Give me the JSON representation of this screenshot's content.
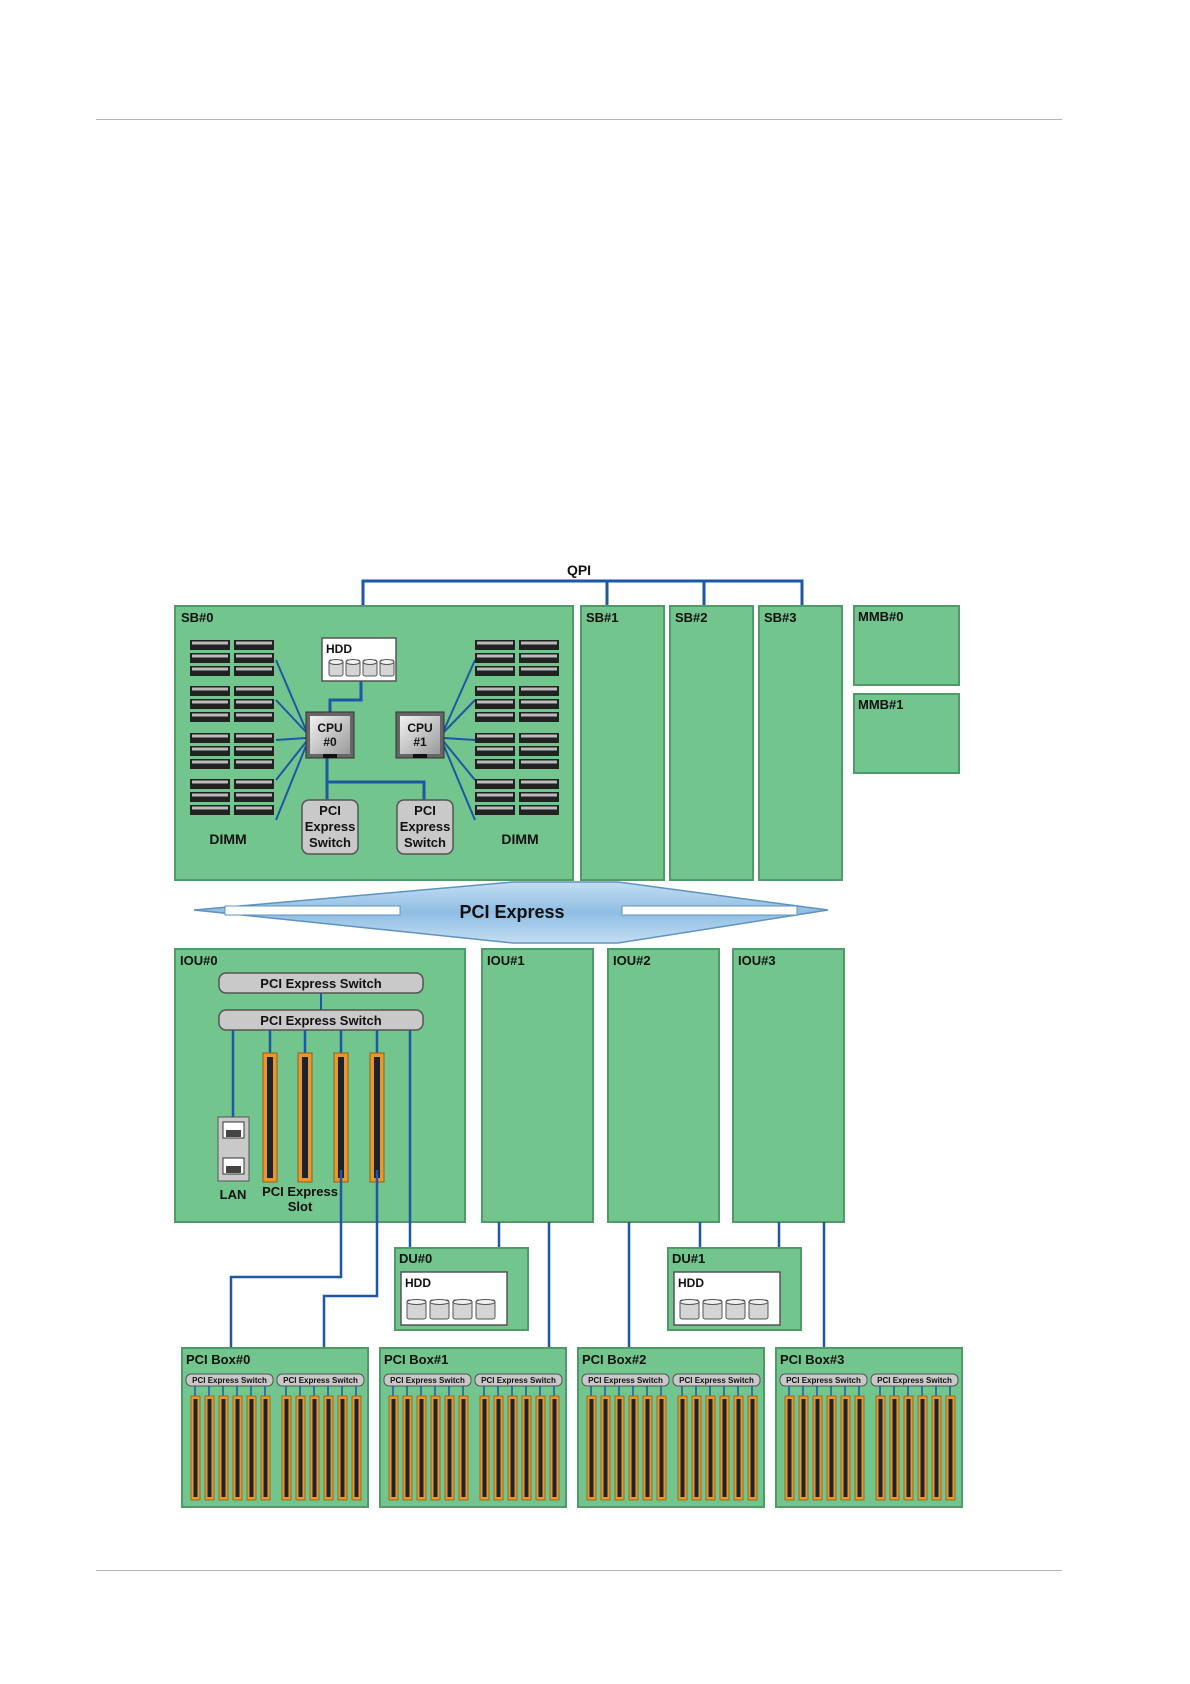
{
  "labels": {
    "qpi": "QPI",
    "sb0": "SB#0",
    "sb1": "SB#1",
    "sb2": "SB#2",
    "sb3": "SB#3",
    "mmb0": "MMB#0",
    "mmb1": "MMB#1",
    "hdd": "HDD",
    "cpu0": [
      "CPU",
      "#0"
    ],
    "cpu1": [
      "CPU",
      "#1"
    ],
    "pci_switch_stack": [
      "PCI",
      "Express",
      "Switch"
    ],
    "dimm": "DIMM",
    "pci_express": "PCI Express",
    "iou0": "IOU#0",
    "iou1": "IOU#1",
    "iou2": "IOU#2",
    "iou3": "IOU#3",
    "pci_express_switch": "PCI Express Switch",
    "lan": "LAN",
    "pci_express_slot": [
      "PCI Express",
      "Slot"
    ],
    "du0": "DU#0",
    "du1": "DU#1",
    "pci_box": [
      "PCI Box#0",
      "PCI Box#1",
      "PCI Box#2",
      "PCI Box#3"
    ]
  },
  "colors": {
    "board_green": "#72c58d",
    "board_border": "#4f9a68",
    "link_blue": "#1f56a5",
    "switch_gray": "#c9c9c9",
    "slot_orange": "#e8972c",
    "arrow_blue": "#9cc6e6"
  }
}
